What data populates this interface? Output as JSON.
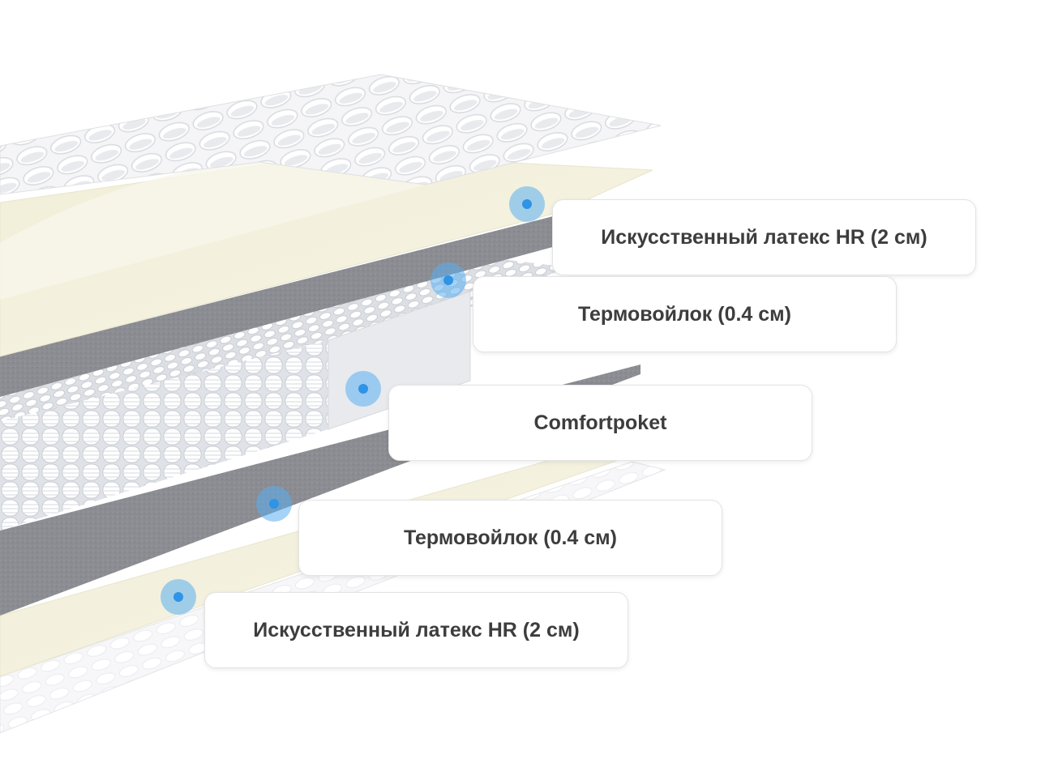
{
  "layers": [
    {
      "id": "latex-top",
      "label": "Искусственный латекс HR (2 см)"
    },
    {
      "id": "felt-top",
      "label": "Термовойлок (0.4 см)"
    },
    {
      "id": "springs",
      "label": "Comfortpoket"
    },
    {
      "id": "felt-bottom",
      "label": "Термовойлок (0.4 см)"
    },
    {
      "id": "latex-bottom",
      "label": "Искусственный латекс HR (2 см)"
    }
  ],
  "colors": {
    "latex": "#f3f0dc",
    "felt": "#8a8c90",
    "springs": "#eef0f3",
    "quilt": "#f4f4f6",
    "hotspot": "#2f93e6",
    "label_text": "#3d3d3d"
  }
}
